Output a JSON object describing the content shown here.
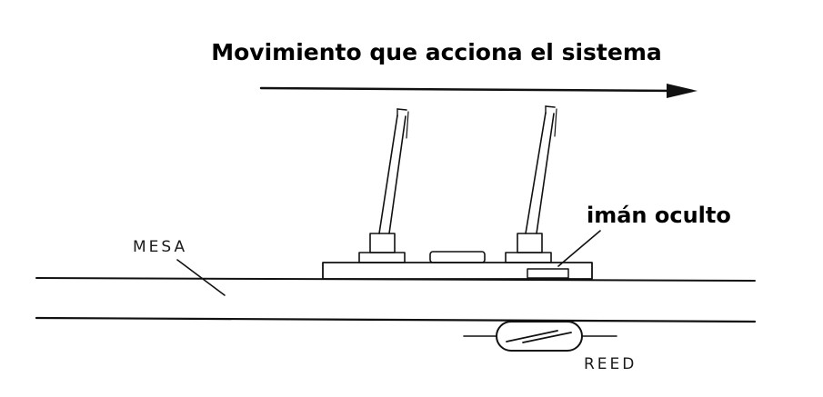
{
  "diagram": {
    "title": "Movimiento que acciona el sistema",
    "labels": {
      "mesa": "MESA",
      "iman": "imán oculto",
      "reed": "REED"
    }
  }
}
